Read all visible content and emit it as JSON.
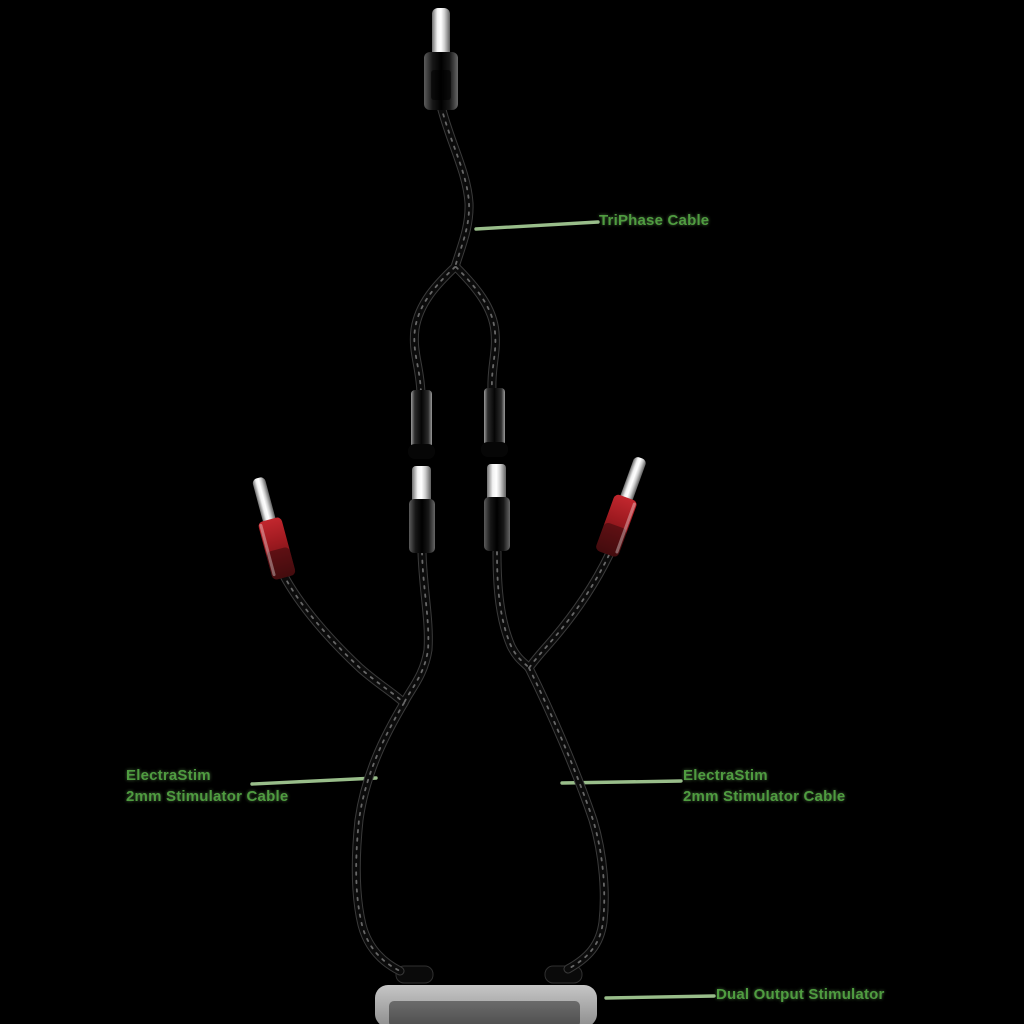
{
  "labels": {
    "triphase_cable": "TriPhase Cable",
    "left_cable_line1": "ElectraStim",
    "left_cable_line2": "2mm Stimulator Cable",
    "right_cable_line1": "ElectraStim",
    "right_cable_line2": "2mm Stimulator Cable",
    "stimulator": "Dual Output Stimulator"
  },
  "colors": {
    "background": "#000000",
    "callout_line": "#a6ce96",
    "label_text": "#4f9c40",
    "cable_black": "#0b0b0b",
    "connector_red": "#a11d22",
    "connector_silver": "#e8e8e8",
    "device_gray_outer": "#b2b2b2",
    "device_gray_inner": "#5a5a5a"
  }
}
